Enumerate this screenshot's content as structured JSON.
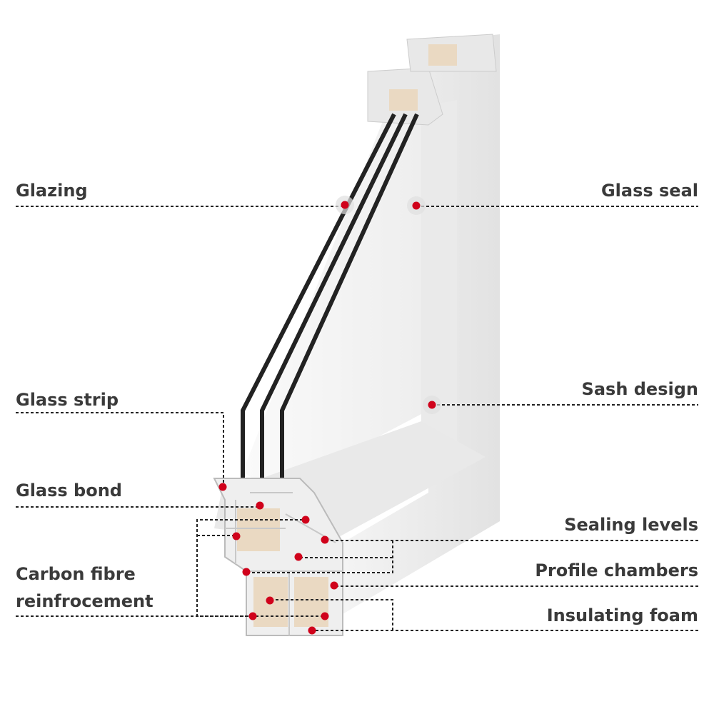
{
  "labels": {
    "glazing": "Glazing",
    "glass_seal": "Glass seal",
    "sash_design": "Sash design",
    "glass_strip": "Glass strip",
    "glass_bond": "Glass bond",
    "sealing_levels": "Sealing levels",
    "profile_chambers": "Profile chambers",
    "carbon_fibre_line1": "Carbon fibre",
    "carbon_fibre_line2": "reinfrocement",
    "insulating_foam": "Insulating foam"
  },
  "colors": {
    "marker": "#d0021b",
    "text": "#3a3a3a",
    "foam": "#ead9c2"
  }
}
